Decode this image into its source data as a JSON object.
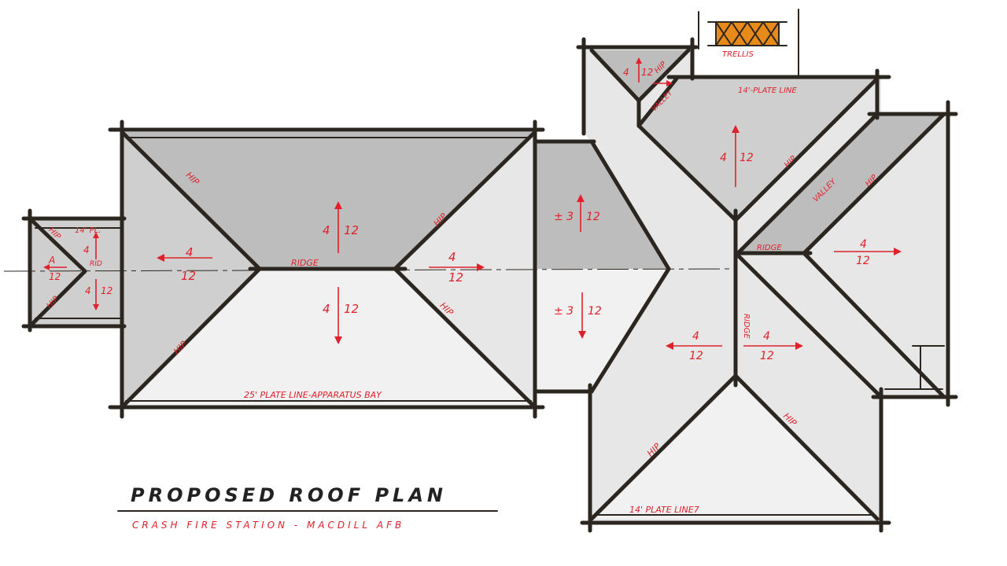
{
  "title": "PROPOSED ROOF PLAN",
  "subtitle": "CRASH FIRE STATION  -  MACDILL AFB",
  "trellis_label": "TRELLIS",
  "colors": {
    "ink": "#2c2621",
    "annotation": "#e0202a",
    "trellis": "#e88a1a"
  },
  "labels": {
    "hip": "HIP",
    "ridge": "RIDGE",
    "rid": "RID",
    "valley": "VALLEY",
    "a": "A",
    "plate_14_short": "14' PL.",
    "plate_14_top": "14'-PLATE LINE",
    "plate_25_bay": "25' PLATE LINE-APPARATUS BAY",
    "plate_14_bottom": "14' PLATE LINE7"
  },
  "slopes": {
    "four": "4",
    "twelve": "12",
    "pm3": "± 3"
  }
}
